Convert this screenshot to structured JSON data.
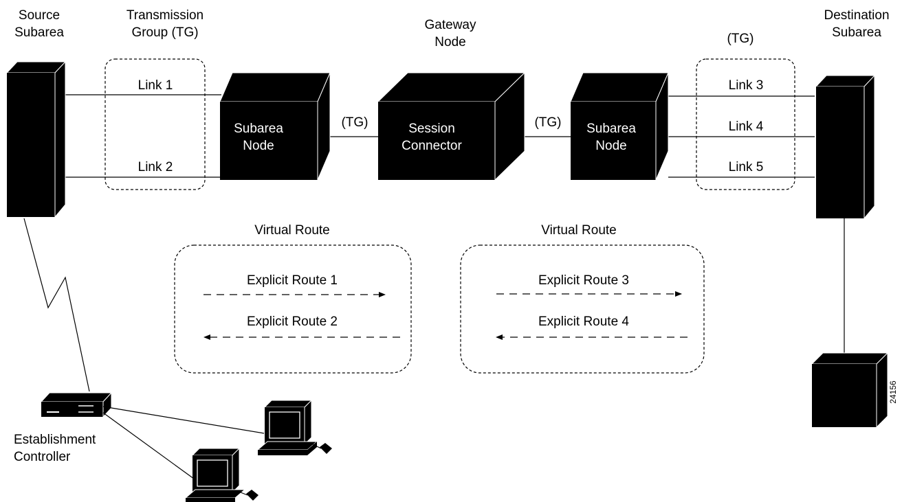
{
  "labels": {
    "source_subarea": [
      "Source",
      "Subarea"
    ],
    "transmission_group": [
      "Transmission",
      "Group (TG)"
    ],
    "gateway_node": [
      "Gateway",
      "Node"
    ],
    "tg_right": "(TG)",
    "destination_subarea": [
      "Destination",
      "Subarea"
    ],
    "establishment_controller": [
      "Establishment",
      "Controller"
    ],
    "figure_number": "24156"
  },
  "links": [
    "Link 1",
    "Link 2",
    "Link 3",
    "Link 4",
    "Link 5"
  ],
  "nodes": {
    "left_subarea": [
      "Subarea",
      "Node"
    ],
    "session_connector": [
      "Session",
      "Connector"
    ],
    "right_subarea": [
      "Subarea",
      "Node"
    ]
  },
  "tg_connectors": [
    "(TG)",
    "(TG)"
  ],
  "virtual_routes": [
    {
      "title": "Virtual Route",
      "routes": [
        "Explicit Route 1",
        "Explicit Route 2"
      ]
    },
    {
      "title": "Virtual Route",
      "routes": [
        "Explicit Route 3",
        "Explicit Route 4"
      ]
    }
  ]
}
